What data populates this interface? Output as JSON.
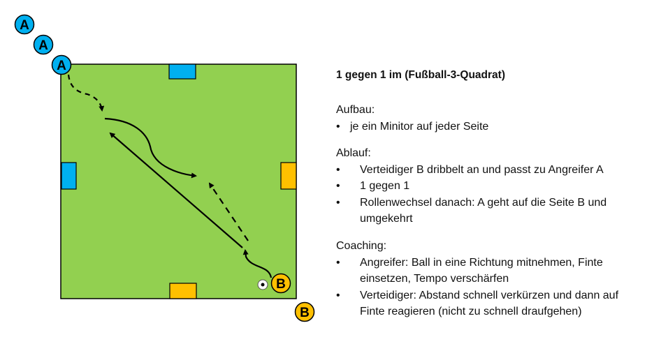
{
  "diagram": {
    "players_a": [
      "A",
      "A",
      "A"
    ],
    "players_b": [
      "B",
      "B"
    ],
    "colors": {
      "field": "#92d050",
      "team_a": "#00b0f0",
      "team_b": "#ffc000"
    }
  },
  "text": {
    "title": "1 gegen 1 im (Fußball-3-Quadrat)",
    "aufbau": {
      "heading": "Aufbau:",
      "items": [
        "je ein Minitor auf jeder Seite"
      ]
    },
    "ablauf": {
      "heading": "Ablauf:",
      "items": [
        "Verteidiger B dribbelt an und passt zu Angreifer A",
        "1 gegen 1",
        "Rollenwechsel danach: A geht auf die Seite B und",
        "umgekehrt"
      ]
    },
    "coaching": {
      "heading": "Coaching:",
      "items": [
        "Angreifer: Ball in eine Richtung mitnehmen, Finte",
        "einsetzen, Tempo verschärfen",
        "Verteidiger: Abstand schnell verkürzen und dann auf",
        "Finte reagieren (nicht zu schnell draufgehen)"
      ]
    },
    "bullet": "•"
  }
}
